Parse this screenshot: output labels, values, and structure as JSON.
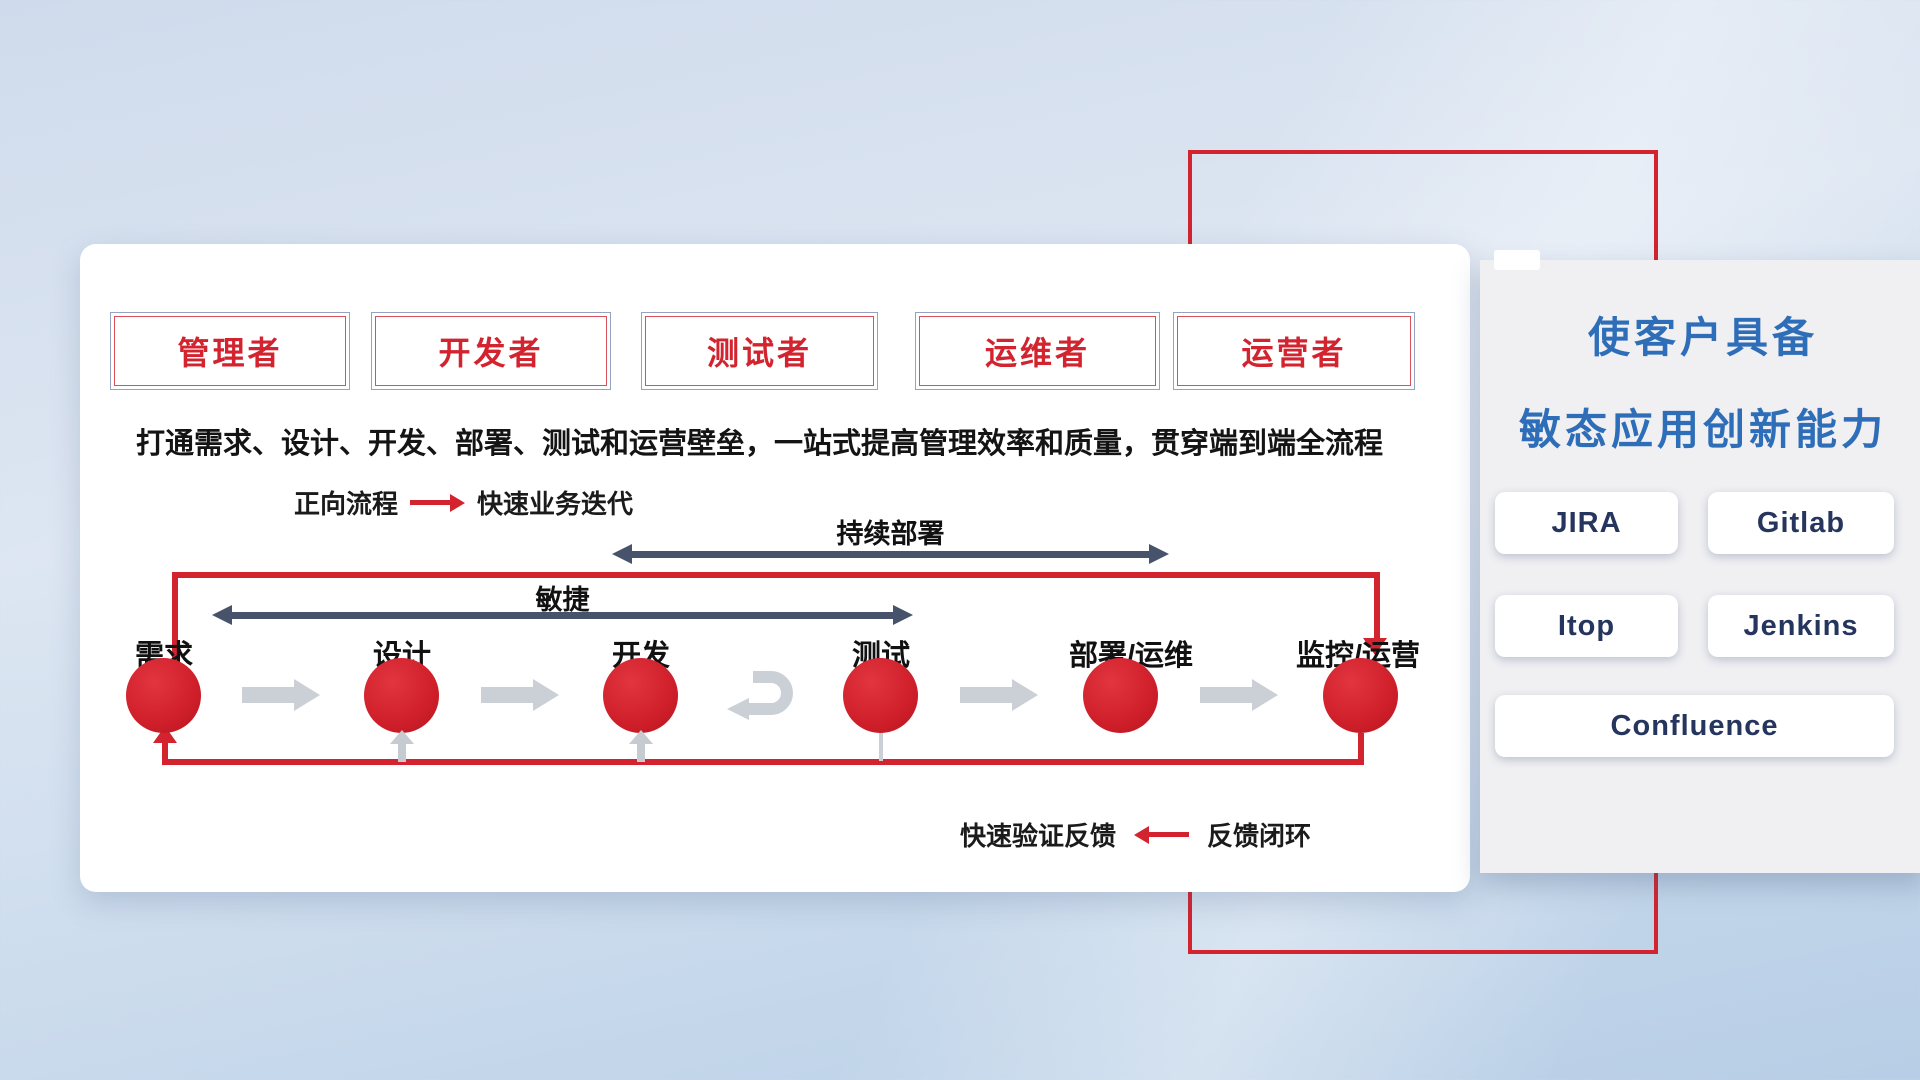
{
  "roles": [
    "管理者",
    "开发者",
    "测试者",
    "运维者",
    "运营者"
  ],
  "headline": "打通需求、设计、开发、部署、测试和运营壁垒，一站式提高管理效率和质量，贯穿端到端全流程",
  "forward_legend": {
    "label": "正向流程",
    "desc": "快速业务迭代"
  },
  "span_arrows": {
    "continuous_deployment": "持续部署",
    "agile": "敏捷"
  },
  "stages": [
    "需求",
    "设计",
    "开发",
    "测试",
    "部署/运维",
    "监控/运营"
  ],
  "feedback_legend": {
    "desc": "快速验证反馈",
    "label": "反馈闭环"
  },
  "side_panel": {
    "title_line1": "使客户具备",
    "title_line2": "敏态应用创新能力",
    "tools": [
      "JIRA",
      "Gitlab",
      "Itop",
      "Jenkins",
      "Confluence"
    ]
  },
  "colors": {
    "accent_red": "#d2232e",
    "navy_arrow": "#47536b",
    "title_blue": "#2e6db8",
    "gray_arrow": "#cbd0d6"
  }
}
